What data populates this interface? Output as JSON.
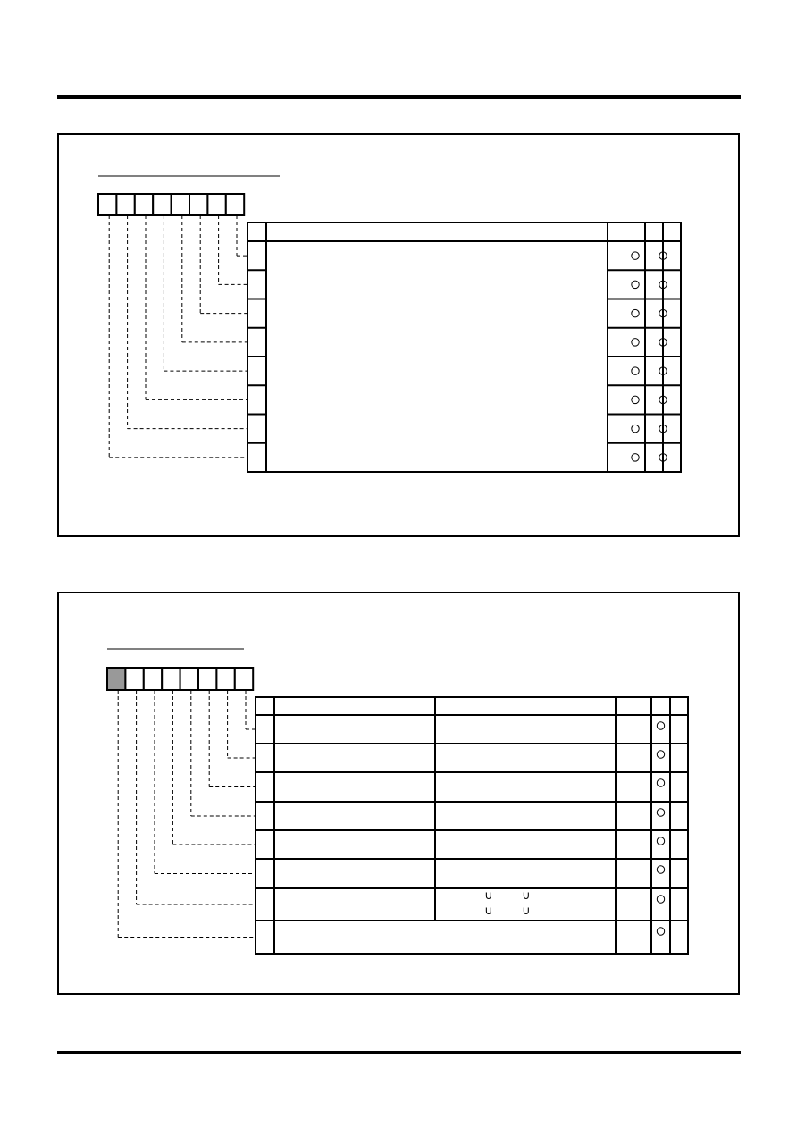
{
  "page": {
    "top_rule": "",
    "bottom_rule": ""
  },
  "register_panels": [
    {
      "heading": "",
      "bits": 8,
      "shaded_bits": [],
      "rows": 8,
      "circle_columns": 2,
      "description_columns": 1,
      "rows_with_circles": [
        true,
        true,
        true,
        true,
        true,
        true,
        true,
        true
      ]
    },
    {
      "heading": "",
      "bits": 8,
      "shaded_bits": [
        0
      ],
      "rows": 8,
      "circle_columns": 1,
      "description_columns": 2,
      "rows_with_circles": [
        true,
        true,
        true,
        true,
        true,
        true,
        true,
        true
      ],
      "symbol_glyph": "∪"
    }
  ],
  "colors": {
    "ink": "#000000",
    "shaded_bit": "#999999",
    "paper": "#ffffff"
  }
}
